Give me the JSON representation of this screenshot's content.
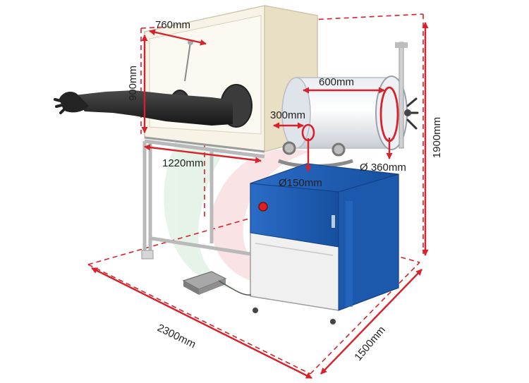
{
  "figure": {
    "dimensions": {
      "width_760": "760mm",
      "height_900": "900mm",
      "length_600": "600mm",
      "length_300": "300mm",
      "length_1220": "1220mm",
      "diameter_150": "Ø150mm",
      "diameter_360": "Ø 360mm",
      "height_1900": "1900mm",
      "width_2300": "2300mm",
      "depth_1500": "1500mm"
    },
    "colors": {
      "dimension_line": "#d9212b",
      "cabinet_blue": "#1f5fb8",
      "cabinet_white": "#f2f2f2",
      "glove": "#2a2a2a",
      "frame": "#c8c8c8",
      "emergency_button": "#e02020"
    }
  }
}
